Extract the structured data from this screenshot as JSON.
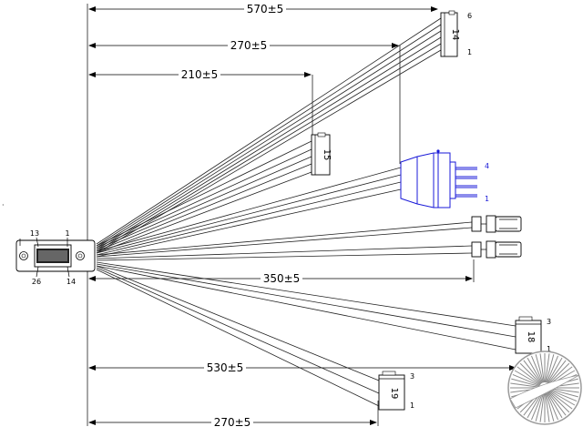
{
  "dimensions": {
    "d570": "570±5",
    "d270_top": "270±5",
    "d210": "210±5",
    "d350": "350±5",
    "d530": "530±5",
    "d270_bottom": "270±5"
  },
  "main_connector": {
    "pin_top_left": "13",
    "pin_top_right": "1",
    "pin_bottom_left": "26",
    "pin_bottom_right": "14"
  },
  "connectors": {
    "c14": {
      "label": "14",
      "pin_top": "6",
      "pin_bottom": "1"
    },
    "c15": {
      "label": "15"
    },
    "blue": {
      "pin_top": "4",
      "pin_bottom": "1"
    },
    "c18": {
      "label": "18",
      "pin_top": "3",
      "pin_bottom": "1"
    },
    "c19": {
      "label": "19",
      "pin_top": "3",
      "pin_bottom": "1"
    }
  },
  "colors": {
    "drawing": "#000000",
    "blue_connector": "#1a1ad8"
  }
}
